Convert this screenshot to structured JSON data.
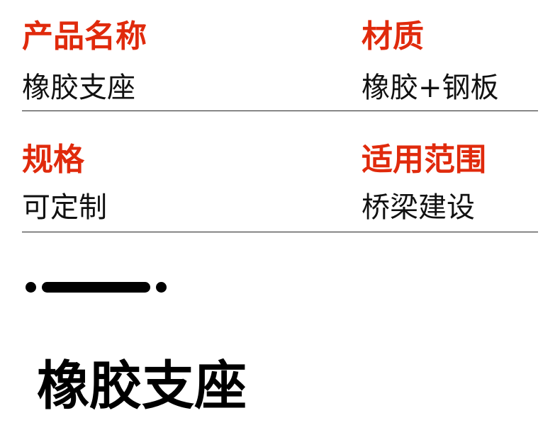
{
  "specs": [
    {
      "label": "产品名称",
      "value": "橡胶支座"
    },
    {
      "label": "材质",
      "value": "橡胶+钢板"
    },
    {
      "label": "规格",
      "value": "可定制"
    },
    {
      "label": "适用范围",
      "value": "桥梁建设"
    }
  ],
  "title": "橡胶支座"
}
